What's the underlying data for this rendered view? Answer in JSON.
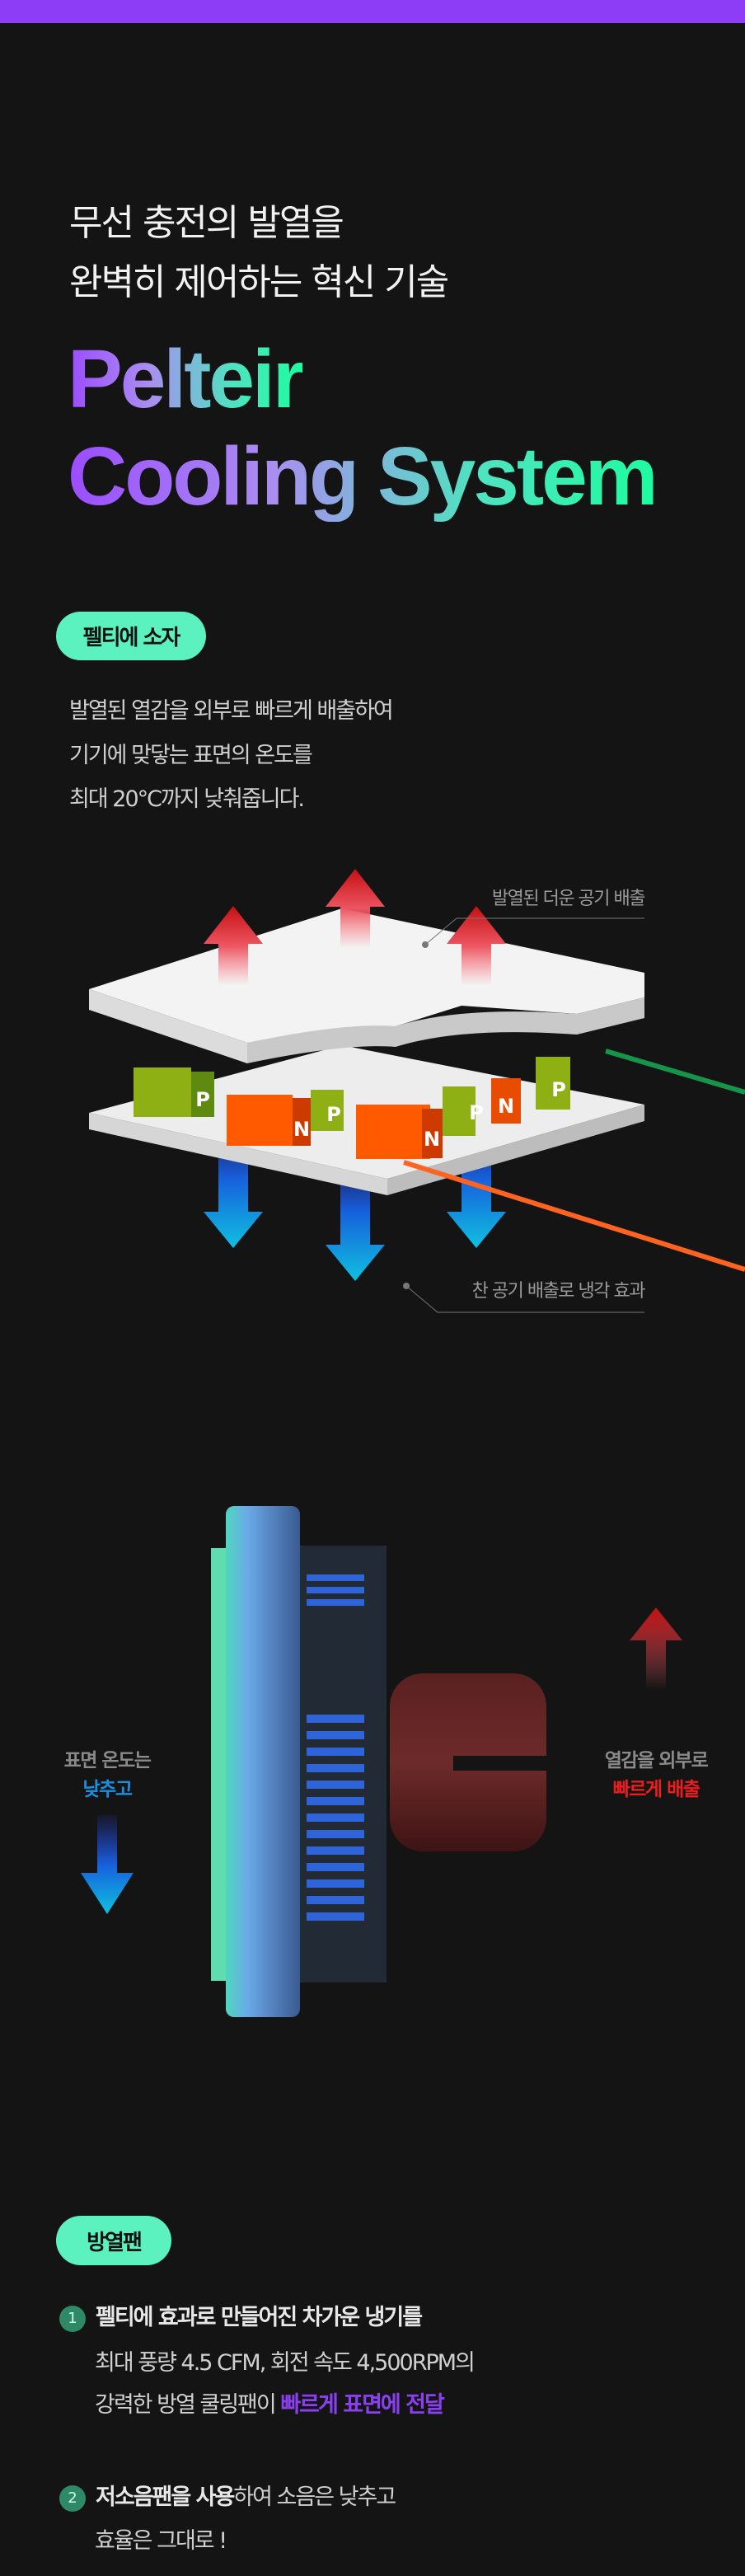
{
  "colors": {
    "accent_purple": "#8d3df5",
    "accent_mint": "#5cf2bf",
    "cold_blue": "#1a8fe0",
    "hot_red": "#ee1c1c"
  },
  "hero": {
    "title_line1": "무선 충전의 발열을",
    "title_line2": "완벽히 제어하는 혁신 기술",
    "headline_line1": "Pelteir",
    "headline_line2": "Cooling System"
  },
  "peltier": {
    "badge": "펠티에 소자",
    "lines": [
      "발열된 열감을 외부로 빠르게 배출하여",
      "기기에 맞닿는 표면의 온도를",
      "최대 20°C까지 낮춰줍니다."
    ],
    "diagram": {
      "hot_label": "발열된 더운 공기 배출",
      "cold_label": "찬 공기 배출로 냉각 효과",
      "element_letters": [
        "P",
        "N",
        "P",
        "N",
        "P",
        "N",
        "P"
      ]
    }
  },
  "fan_visual": {
    "left_line1": "표면 온도는",
    "left_line2": "낮추고",
    "right_line1": "열감을 외부로",
    "right_line2": "빠르게 배출"
  },
  "cooling_fan": {
    "badge": "방열팬",
    "items": [
      {
        "number": "1",
        "title": "펠티에 효과로 만들어진 차가운 냉기를",
        "line2": "최대 풍량 4.5 CFM, 회전 속도 4,500RPM의",
        "line3_prefix": "강력한 방열 쿨링팬이 ",
        "line3_highlight": "빠르게 표면에 전달"
      },
      {
        "number": "2",
        "title_bold": "저소음팬을 사용",
        "title_rest": "하여 소음은 낮추고",
        "line2": "효율은 그대로 !"
      }
    ]
  }
}
